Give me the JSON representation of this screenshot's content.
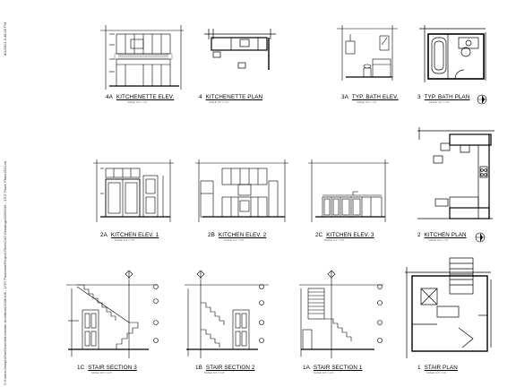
{
  "sheet": {
    "stamp": "8/1/2021 5:48:25 PM",
    "file_path": "C:\\Users\\Joseph\\OneDrive\\Winchester Architects\\2006106 - 1707 Parkcrest\\Project Files\\CAD Drawings\\2006106 - 1707 Place Plans R20.rvt"
  },
  "views": [
    {
      "num": "4A",
      "name": "KITCHENETTE ELEV.",
      "scale": "SCALE: 1/4\" = 1'-0\""
    },
    {
      "num": "4",
      "name": "KITCHENETTE PLAN",
      "scale": "SCALE: 1/4\" = 1'-0\""
    },
    {
      "num": "3A",
      "name": "TYP. BATH ELEV.",
      "scale": "SCALE: 1/4\" = 1'-0\""
    },
    {
      "num": "3",
      "name": "TYP. BATH PLAN",
      "scale": "SCALE: 1/4\" = 1'-0\""
    },
    {
      "num": "2A",
      "name": "KITCHEN ELEV. 1",
      "scale": "SCALE: 1/4\" = 1'-0\""
    },
    {
      "num": "2B",
      "name": "KITCHEN ELEV. 2",
      "scale": "SCALE: 1/4\" = 1'-0\""
    },
    {
      "num": "2C",
      "name": "KITCHEN ELEV. 3",
      "scale": "SCALE: 1/4\" = 1'-0\""
    },
    {
      "num": "2",
      "name": "KITCHEN PLAN",
      "scale": "SCALE: 1/4\" = 1'-0\""
    },
    {
      "num": "1C",
      "name": "STAIR SECTION 3",
      "scale": "SCALE: 1/4\" = 1'-0\""
    },
    {
      "num": "1B",
      "name": "STAIR SECTION 2",
      "scale": "SCALE: 1/4\" = 1'-0\""
    },
    {
      "num": "1A",
      "name": "STAIR SECTION 1",
      "scale": "SCALE: 1/4\" = 1'-0\""
    },
    {
      "num": "1",
      "name": "STAIR PLAN",
      "scale": "SCALE: 1/4\" = 1'-0\""
    }
  ]
}
